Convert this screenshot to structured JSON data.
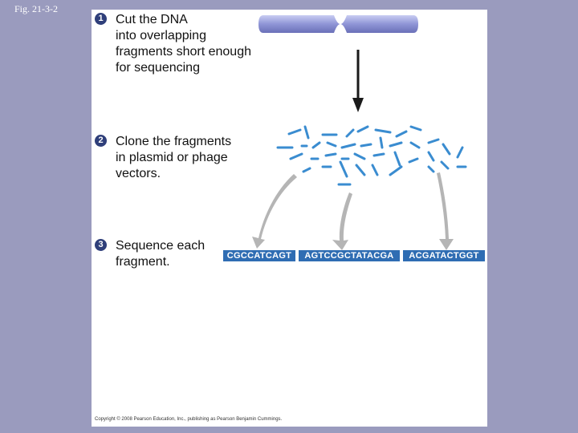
{
  "figure_label": "Fig. 21-3-2",
  "steps": [
    {
      "number": "1",
      "text": "Cut the DNA\ninto overlapping\nfragments short enough\nfor sequencing"
    },
    {
      "number": "2",
      "text": "Clone the fragments\nin plasmid or phage\nvectors."
    },
    {
      "number": "3",
      "text": "Sequence each\nfragment."
    }
  ],
  "sequences": [
    "CGCCATCAGT",
    "AGTCCGCTATACGA",
    "ACGATACTGGT"
  ],
  "copyright": "Copyright © 2008 Pearson Education, Inc., publishing as Pearson Benjamin Cummings.",
  "colors": {
    "background": "#9a9bbe",
    "chromosome": "#8f95d6",
    "fragment": "#3a8cd0",
    "sequence_box": "#2f6db3",
    "arrow": "#b5b5b5"
  }
}
